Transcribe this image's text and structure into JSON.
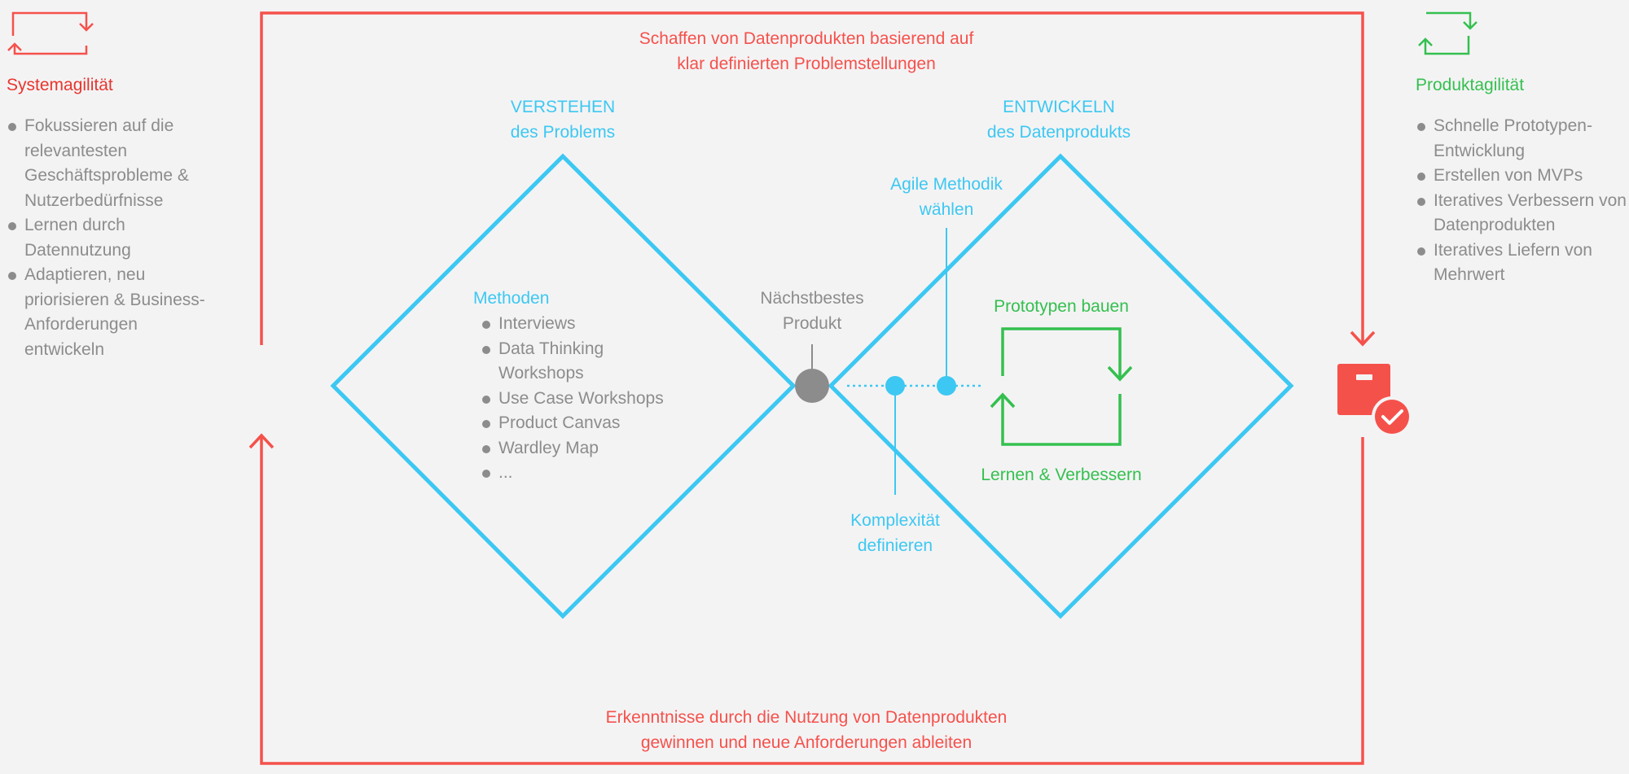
{
  "left_panel": {
    "title": "Systemagilität",
    "items": [
      "Fokussieren auf die relevantesten Geschäftsprobleme & Nutzerbedürfnisse",
      "Lernen durch Datennutzung",
      "Adaptieren, neu priorisieren & Business-Anforderungen entwickeln"
    ]
  },
  "right_panel": {
    "title": "Produktagilität",
    "items": [
      "Schnelle Prototypen-Entwicklung",
      "Erstellen von MVPs",
      "Iteratives Verbessern von Datenprodukten",
      "Iteratives Liefern von Mehrwert"
    ]
  },
  "outer_loop": {
    "top_label_line1": "Schaffen von Datenprodukten basierend auf",
    "top_label_line2": "klar definierten Problemstellungen",
    "bottom_label_line1": "Erkenntnisse durch die Nutzung von Datenprodukten",
    "bottom_label_line2": "gewinnen und neue Anforderungen ableiten"
  },
  "diamond_left": {
    "title_line1": "VERSTEHEN",
    "title_line2": "des Problems",
    "methods_title": "Methoden",
    "methods": [
      "Interviews",
      "Data Thinking Workshops",
      "Use Case Workshops",
      "Product Canvas",
      "Wardley Map",
      "..."
    ]
  },
  "diamond_right": {
    "title_line1": "ENTWICKELN",
    "title_line2": "des Datenprodukts",
    "loop_top": "Prototypen bauen",
    "loop_bottom": "Lernen & Verbessern"
  },
  "center": {
    "next_best_line1": "Nächstbestes",
    "next_best_line2": "Produkt",
    "agile_line1": "Agile Methodik",
    "agile_line2": "wählen",
    "complexity_line1": "Komplexität",
    "complexity_line2": "definieren"
  },
  "colors": {
    "red": "#f5514b",
    "blue": "#3cc8f2",
    "green": "#34c04f",
    "grey": "#8c8c8c",
    "background": "#f4f3f4"
  },
  "icons": [
    "system-agility-loop-icon",
    "product-agility-loop-icon",
    "data-product-box-check-icon"
  ]
}
